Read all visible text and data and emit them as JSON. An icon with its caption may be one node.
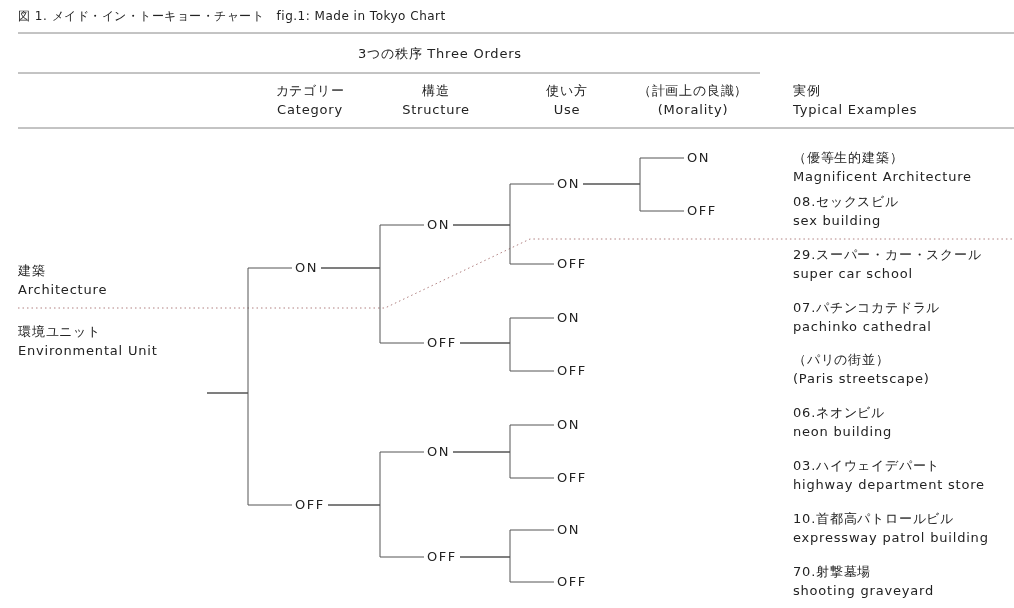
{
  "diagram": {
    "title": "図 1. メイド・イン・トーキョー・チャート　fig.1: Made in Tokyo Chart",
    "nodes": [
      {
        "text": [
          "ON"
        ]
      },
      {
        "text": [
          "ON"
        ]
      },
      {
        "text": [
          "ON"
        ]
      },
      {
        "text": [
          "ON"
        ]
      },
      {
        "text": [
          "OFF"
        ]
      },
      {
        "text": [
          "OFF"
        ]
      },
      {
        "text": [
          "OFF"
        ]
      },
      {
        "text": [
          "ON"
        ]
      },
      {
        "text": [
          "OFF"
        ]
      },
      {
        "text": [
          "OFF"
        ]
      },
      {
        "text": [
          "ON"
        ]
      },
      {
        "text": [
          "ON"
        ]
      },
      {
        "text": [
          "OFF"
        ]
      },
      {
        "text": [
          "OFF"
        ]
      },
      {
        "text": [
          "ON"
        ]
      },
      {
        "text": [
          "OFF"
        ]
      }
    ],
    "edges": [
      {
        "from": null,
        "to": 0,
        "arrow": "none"
      },
      {
        "from": null,
        "to": 9,
        "arrow": "none"
      },
      {
        "from": 0,
        "to": 1,
        "arrow": "none"
      },
      {
        "from": 0,
        "to": 6,
        "arrow": "none"
      },
      {
        "from": 1,
        "to": 2,
        "arrow": "none"
      },
      {
        "from": 1,
        "to": 5,
        "arrow": "none"
      },
      {
        "from": 2,
        "to": 3,
        "arrow": "none"
      },
      {
        "from": 2,
        "to": 4,
        "arrow": "none"
      },
      {
        "from": 6,
        "to": 7,
        "arrow": "none"
      },
      {
        "from": 6,
        "to": 8,
        "arrow": "none"
      },
      {
        "from": 9,
        "to": 10,
        "arrow": "none"
      },
      {
        "from": 9,
        "to": 13,
        "arrow": "none"
      },
      {
        "from": 10,
        "to": 11,
        "arrow": "none"
      },
      {
        "from": 10,
        "to": 12,
        "arrow": "none"
      },
      {
        "from": 13,
        "to": 14,
        "arrow": "none"
      },
      {
        "from": 13,
        "to": 15,
        "arrow": "none"
      }
    ],
    "labels": [
      "3つの秩序 Three Orders",
      "カテゴリー Category",
      "構造 Structure",
      "使い方 Use",
      "（計画上の良識） (Morality)",
      "実例 Typical Examples",
      "（優等生的建築） Magnificent Architecture",
      "08.セックスビル sex building",
      "建築 Architecture",
      "29.スーパー・カー・スクール super car school",
      "07.パチンコカテドラル pachinko cathedral",
      "環境ユニット Environmental Unit",
      "（パリの街並） (Paris streetscape)",
      "06.ネオンビル neon building",
      "03.ハイウェイデパート highway department store",
      "10.首都高パトロールビル expressway patrol building",
      "70.射撃墓場 shooting graveyard"
    ]
  }
}
